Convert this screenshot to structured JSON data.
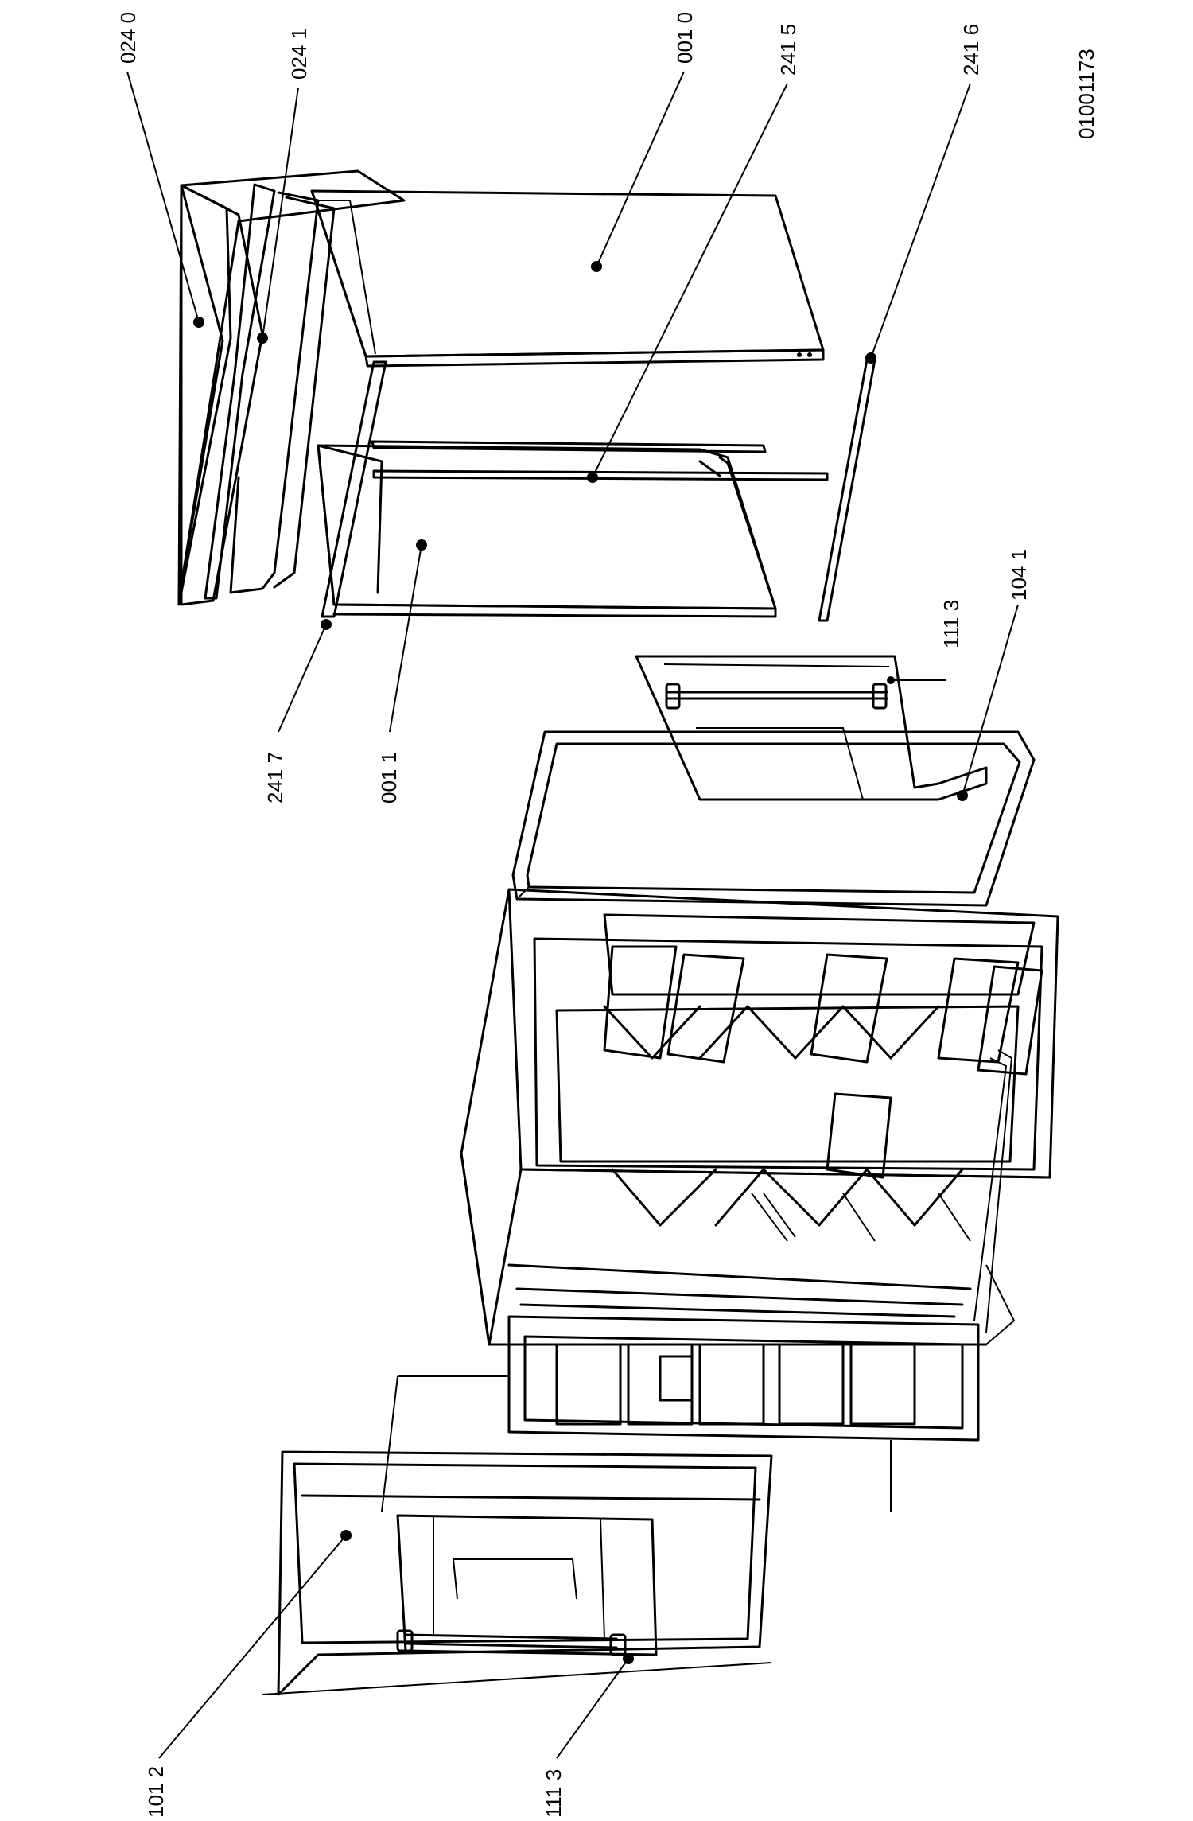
{
  "figure_code": "01001173",
  "callouts": [
    {
      "id": "c0240",
      "text": "024 0"
    },
    {
      "id": "c0241",
      "text": "024 1"
    },
    {
      "id": "c0010",
      "text": "001 0"
    },
    {
      "id": "c2415",
      "text": "241 5"
    },
    {
      "id": "c2416",
      "text": "241 6"
    },
    {
      "id": "c2417",
      "text": "241 7"
    },
    {
      "id": "c0011",
      "text": "001 1"
    },
    {
      "id": "c1113a",
      "text": "111 3"
    },
    {
      "id": "c1041",
      "text": "104 1"
    },
    {
      "id": "c1012",
      "text": "101 2"
    },
    {
      "id": "c1113b",
      "text": "111 3"
    }
  ]
}
